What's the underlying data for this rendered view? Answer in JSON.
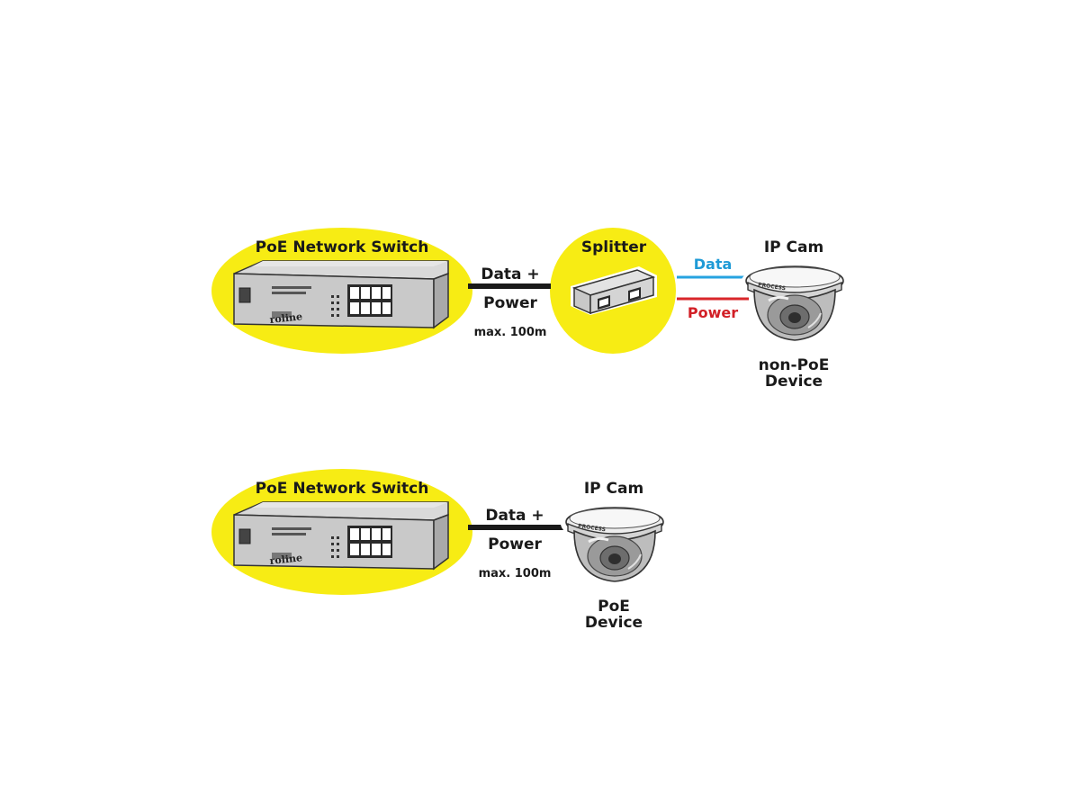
{
  "colors": {
    "background": "#ffffff",
    "highlight_yellow": "#f7ec14",
    "data_line": "#26a3e0",
    "data_text": "#1e9ad6",
    "power_line": "#d9262a",
    "power_text": "#d21f26",
    "cable": "#1a1a1a"
  },
  "top_row": {
    "switch": {
      "title": "PoE Network Switch",
      "icon": "network-switch-icon"
    },
    "cable": {
      "label_line1": "Data +",
      "label_line2": "Power",
      "distance": "max. 100m"
    },
    "splitter": {
      "title": "Splitter",
      "icon": "poe-splitter-icon"
    },
    "outputs": {
      "data_label": "Data",
      "power_label": "Power"
    },
    "camera": {
      "title": "IP Cam",
      "icon": "dome-camera-icon",
      "brand": "PROCESS",
      "device_line1": "non-PoE",
      "device_line2": "Device"
    }
  },
  "bottom_row": {
    "switch": {
      "title": "PoE Network Switch",
      "icon": "network-switch-icon"
    },
    "cable": {
      "label_line1": "Data +",
      "label_line2": "Power",
      "distance": "max. 100m"
    },
    "camera": {
      "title": "IP Cam",
      "icon": "dome-camera-icon",
      "brand": "PROCESS",
      "device_line1": "PoE",
      "device_line2": "Device"
    }
  }
}
